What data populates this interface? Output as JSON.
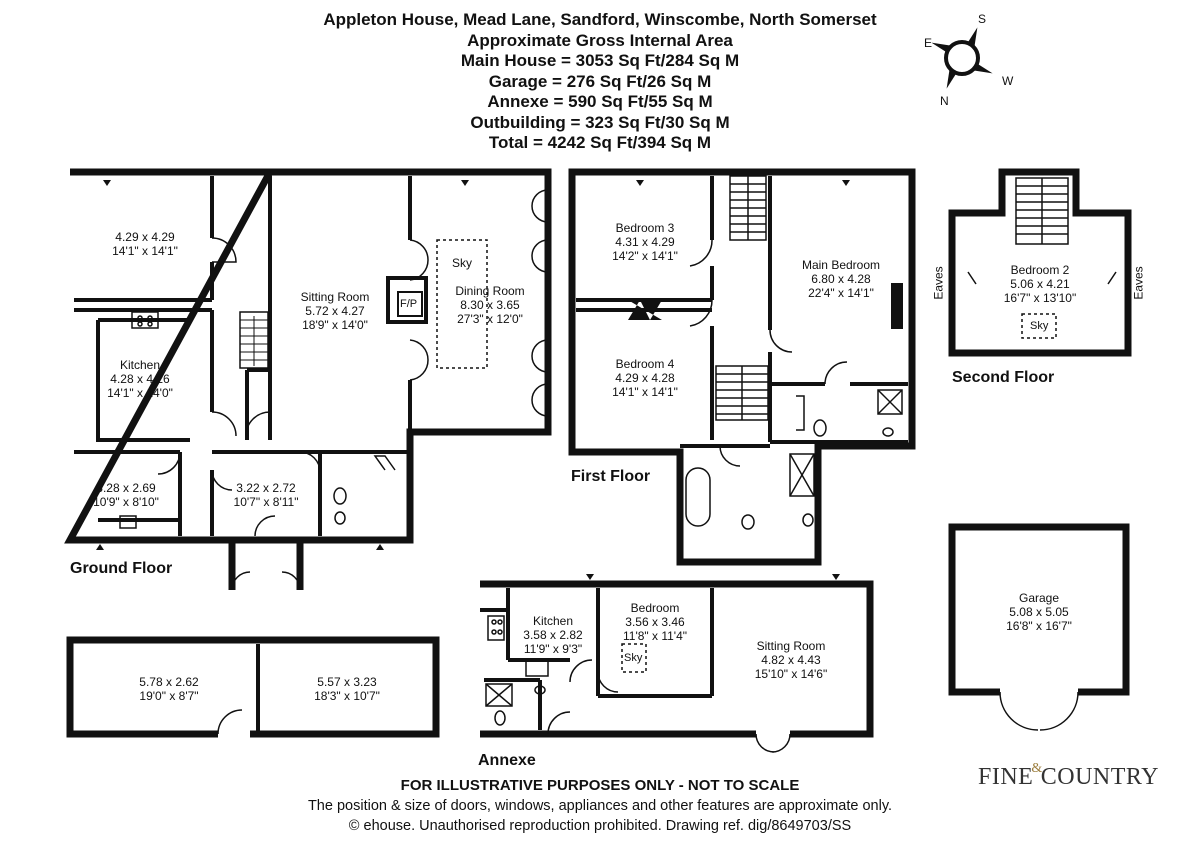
{
  "header": {
    "line1": "Appleton House, Mead Lane, Sandford, Winscombe, North Somerset",
    "line2": "Approximate Gross Internal Area",
    "line3": "Main House = 3053 Sq Ft/284 Sq M",
    "line4": "Garage = 276 Sq Ft/26 Sq M",
    "line5": "Annexe = 590 Sq Ft/55 Sq M",
    "line6": "Outbuilding = 323 Sq Ft/30 Sq M",
    "line7": "Total = 4242 Sq Ft/394 Sq M"
  },
  "compass": {
    "s": "S",
    "e": "E",
    "w": "W",
    "n": "N"
  },
  "floors": {
    "ground": "Ground Floor",
    "first": "First Floor",
    "second": "Second Floor",
    "annexe": "Annexe"
  },
  "rooms": {
    "gf_room1": {
      "name": "",
      "metric": "4.29 x 4.29",
      "imperial": "14'1\" x 14'1\""
    },
    "gf_kitchen": {
      "name": "Kitchen",
      "metric": "4.28 x 4.26",
      "imperial": "14'1\" x 14'0\""
    },
    "gf_utility": {
      "name": "",
      "metric": "3.28 x 2.69",
      "imperial": "10'9\" x 8'10\""
    },
    "gf_hall": {
      "name": "",
      "metric": "3.22 x 2.72",
      "imperial": "10'7\" x 8'11\""
    },
    "gf_sitting": {
      "name": "Sitting Room",
      "metric": "5.72 x 4.27",
      "imperial": "18'9\" x 14'0\""
    },
    "gf_dining": {
      "name": "Dining Room",
      "metric": "8.30 x 3.65",
      "imperial": "27'3\" x 12'0\""
    },
    "ff_bed3": {
      "name": "Bedroom 3",
      "metric": "4.31 x 4.29",
      "imperial": "14'2\" x 14'1\""
    },
    "ff_bed4": {
      "name": "Bedroom 4",
      "metric": "4.29 x 4.28",
      "imperial": "14'1\" x 14'1\""
    },
    "ff_main": {
      "name": "Main Bedroom",
      "metric": "6.80 x 4.28",
      "imperial": "22'4\" x 14'1\""
    },
    "sf_bed2": {
      "name": "Bedroom 2",
      "metric": "5.06 x 4.21",
      "imperial": "16'7\" x 13'10\""
    },
    "garage": {
      "name": "Garage",
      "metric": "5.08 x 5.05",
      "imperial": "16'8\" x 16'7\""
    },
    "out1": {
      "name": "",
      "metric": "5.78 x 2.62",
      "imperial": "19'0\" x 8'7\""
    },
    "out2": {
      "name": "",
      "metric": "5.57 x 3.23",
      "imperial": "18'3\" x 10'7\""
    },
    "an_kitchen": {
      "name": "Kitchen",
      "metric": "3.58 x 2.82",
      "imperial": "11'9\" x 9'3\""
    },
    "an_bedroom": {
      "name": "Bedroom",
      "metric": "3.56 x 3.46",
      "imperial": "11'8\" x 11'4\""
    },
    "an_sitting": {
      "name": "Sitting Room",
      "metric": "4.82 x 4.43",
      "imperial": "15'10\" x 14'6\""
    }
  },
  "tags": {
    "fp": "F/P",
    "sky": "Sky",
    "eaves": "Eaves"
  },
  "footer": {
    "line1": "FOR ILLUSTRATIVE PURPOSES ONLY - NOT TO SCALE",
    "line2": "The position & size of doors, windows, appliances and other features are approximate only.",
    "line3": "© ehouse. Unauthorised reproduction prohibited. Drawing ref. dig/8649703/SS"
  },
  "brand": {
    "word1": "FINE",
    "amp": "&",
    "word2": "COUNTRY"
  }
}
